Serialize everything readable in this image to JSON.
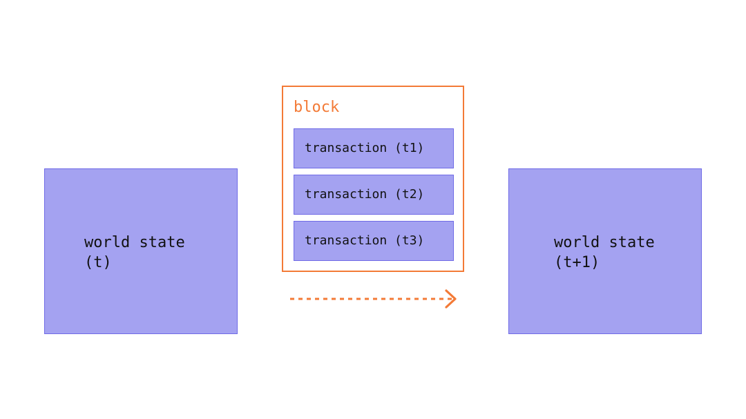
{
  "world_state_before": {
    "line1": "world state",
    "line2": "(t)"
  },
  "world_state_after": {
    "line1": "world state",
    "line2": "(t+1)"
  },
  "block": {
    "title": "block",
    "transactions": [
      "transaction (t1)",
      "transaction (t2)",
      "transaction (t3)"
    ]
  },
  "colors": {
    "state_fill": "#a4a2f1",
    "state_border": "#6f6ae6",
    "accent": "#f37a36"
  },
  "icons": {
    "transition_arrow": "dashed-right-arrow"
  }
}
